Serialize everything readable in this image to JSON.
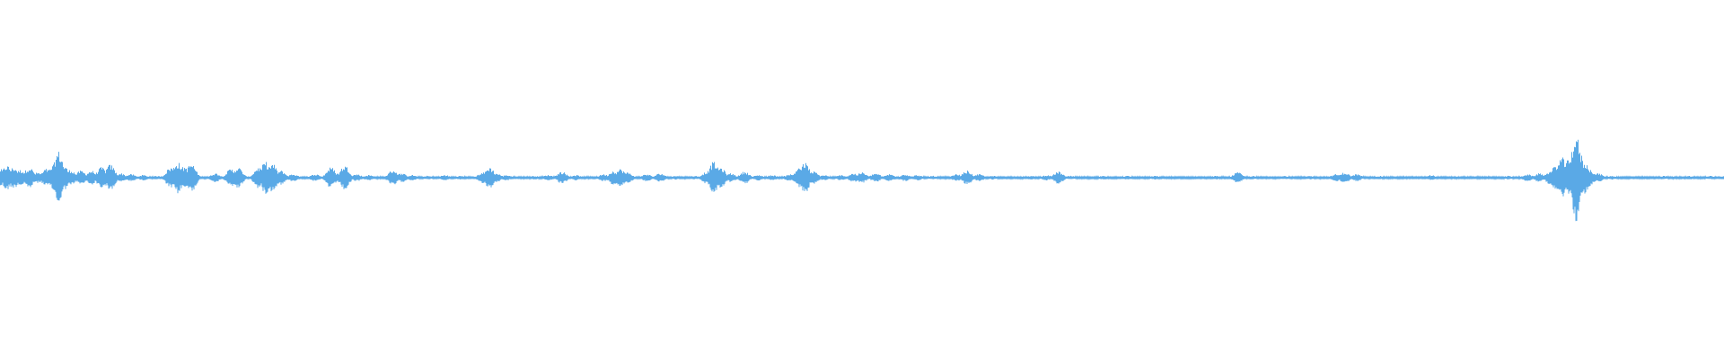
{
  "waveform": {
    "color": "#5aa9e6",
    "baseline_amplitude": 0.01,
    "bursts": [
      {
        "t": 0.0,
        "a": 0.1
      },
      {
        "t": 0.004,
        "a": 0.14
      },
      {
        "t": 0.008,
        "a": 0.12
      },
      {
        "t": 0.012,
        "a": 0.09
      },
      {
        "t": 0.017,
        "a": 0.12
      },
      {
        "t": 0.022,
        "a": 0.06
      },
      {
        "t": 0.027,
        "a": 0.1
      },
      {
        "t": 0.031,
        "a": 0.14
      },
      {
        "t": 0.034,
        "a": 0.3
      },
      {
        "t": 0.037,
        "a": 0.14
      },
      {
        "t": 0.041,
        "a": 0.09
      },
      {
        "t": 0.047,
        "a": 0.08
      },
      {
        "t": 0.053,
        "a": 0.08
      },
      {
        "t": 0.059,
        "a": 0.12
      },
      {
        "t": 0.064,
        "a": 0.15
      },
      {
        "t": 0.07,
        "a": 0.05
      },
      {
        "t": 0.076,
        "a": 0.04
      },
      {
        "t": 0.083,
        "a": 0.03
      },
      {
        "t": 0.091,
        "a": 0.02
      },
      {
        "t": 0.099,
        "a": 0.12
      },
      {
        "t": 0.103,
        "a": 0.18
      },
      {
        "t": 0.107,
        "a": 0.13
      },
      {
        "t": 0.111,
        "a": 0.16
      },
      {
        "t": 0.125,
        "a": 0.05
      },
      {
        "t": 0.134,
        "a": 0.1
      },
      {
        "t": 0.138,
        "a": 0.12
      },
      {
        "t": 0.15,
        "a": 0.12
      },
      {
        "t": 0.154,
        "a": 0.18
      },
      {
        "t": 0.158,
        "a": 0.16
      },
      {
        "t": 0.163,
        "a": 0.08
      },
      {
        "t": 0.17,
        "a": 0.04
      },
      {
        "t": 0.183,
        "a": 0.04
      },
      {
        "t": 0.192,
        "a": 0.12
      },
      {
        "t": 0.196,
        "a": 0.05
      },
      {
        "t": 0.2,
        "a": 0.14
      },
      {
        "t": 0.207,
        "a": 0.04
      },
      {
        "t": 0.214,
        "a": 0.03
      },
      {
        "t": 0.228,
        "a": 0.09
      },
      {
        "t": 0.233,
        "a": 0.05
      },
      {
        "t": 0.239,
        "a": 0.03
      },
      {
        "t": 0.248,
        "a": 0.02
      },
      {
        "t": 0.258,
        "a": 0.03
      },
      {
        "t": 0.267,
        "a": 0.02
      },
      {
        "t": 0.28,
        "a": 0.06
      },
      {
        "t": 0.284,
        "a": 0.12
      },
      {
        "t": 0.288,
        "a": 0.05
      },
      {
        "t": 0.294,
        "a": 0.03
      },
      {
        "t": 0.31,
        "a": 0.02
      },
      {
        "t": 0.318,
        "a": 0.03
      },
      {
        "t": 0.326,
        "a": 0.07
      },
      {
        "t": 0.334,
        "a": 0.03
      },
      {
        "t": 0.35,
        "a": 0.04
      },
      {
        "t": 0.356,
        "a": 0.08
      },
      {
        "t": 0.36,
        "a": 0.1
      },
      {
        "t": 0.364,
        "a": 0.06
      },
      {
        "t": 0.375,
        "a": 0.04
      },
      {
        "t": 0.383,
        "a": 0.05
      },
      {
        "t": 0.392,
        "a": 0.02
      },
      {
        "t": 0.403,
        "a": 0.02
      },
      {
        "t": 0.41,
        "a": 0.07
      },
      {
        "t": 0.414,
        "a": 0.18
      },
      {
        "t": 0.418,
        "a": 0.12
      },
      {
        "t": 0.424,
        "a": 0.05
      },
      {
        "t": 0.432,
        "a": 0.07
      },
      {
        "t": 0.44,
        "a": 0.03
      },
      {
        "t": 0.448,
        "a": 0.03
      },
      {
        "t": 0.458,
        "a": 0.04
      },
      {
        "t": 0.464,
        "a": 0.13
      },
      {
        "t": 0.467,
        "a": 0.17
      },
      {
        "t": 0.472,
        "a": 0.07
      },
      {
        "t": 0.478,
        "a": 0.03
      },
      {
        "t": 0.488,
        "a": 0.03
      },
      {
        "t": 0.495,
        "a": 0.05
      },
      {
        "t": 0.5,
        "a": 0.06
      },
      {
        "t": 0.508,
        "a": 0.05
      },
      {
        "t": 0.516,
        "a": 0.04
      },
      {
        "t": 0.525,
        "a": 0.04
      },
      {
        "t": 0.532,
        "a": 0.03
      },
      {
        "t": 0.541,
        "a": 0.02
      },
      {
        "t": 0.555,
        "a": 0.04
      },
      {
        "t": 0.561,
        "a": 0.08
      },
      {
        "t": 0.568,
        "a": 0.04
      },
      {
        "t": 0.576,
        "a": 0.02
      },
      {
        "t": 0.589,
        "a": 0.01
      },
      {
        "t": 0.598,
        "a": 0.02
      },
      {
        "t": 0.607,
        "a": 0.03
      },
      {
        "t": 0.614,
        "a": 0.07
      },
      {
        "t": 0.621,
        "a": 0.02
      },
      {
        "t": 0.64,
        "a": 0.02
      },
      {
        "t": 0.654,
        "a": 0.02
      },
      {
        "t": 0.67,
        "a": 0.02
      },
      {
        "t": 0.686,
        "a": 0.01
      },
      {
        "t": 0.705,
        "a": 0.02
      },
      {
        "t": 0.718,
        "a": 0.06
      },
      {
        "t": 0.726,
        "a": 0.02
      },
      {
        "t": 0.745,
        "a": 0.02
      },
      {
        "t": 0.76,
        "a": 0.02
      },
      {
        "t": 0.775,
        "a": 0.04
      },
      {
        "t": 0.78,
        "a": 0.06
      },
      {
        "t": 0.787,
        "a": 0.04
      },
      {
        "t": 0.8,
        "a": 0.02
      },
      {
        "t": 0.815,
        "a": 0.01
      },
      {
        "t": 0.83,
        "a": 0.03
      },
      {
        "t": 0.845,
        "a": 0.01
      },
      {
        "t": 0.86,
        "a": 0.01
      },
      {
        "t": 0.875,
        "a": 0.02
      },
      {
        "t": 0.886,
        "a": 0.04
      },
      {
        "t": 0.893,
        "a": 0.05
      },
      {
        "t": 0.899,
        "a": 0.07
      },
      {
        "t": 0.903,
        "a": 0.16
      },
      {
        "t": 0.906,
        "a": 0.23
      },
      {
        "t": 0.909,
        "a": 0.2
      },
      {
        "t": 0.912,
        "a": 0.22
      },
      {
        "t": 0.914,
        "a": 0.5
      },
      {
        "t": 0.916,
        "a": 0.3
      },
      {
        "t": 0.919,
        "a": 0.18
      },
      {
        "t": 0.922,
        "a": 0.1
      },
      {
        "t": 0.927,
        "a": 0.05
      },
      {
        "t": 0.935,
        "a": 0.02
      },
      {
        "t": 0.95,
        "a": 0.01
      },
      {
        "t": 0.965,
        "a": 0.02
      },
      {
        "t": 0.98,
        "a": 0.02
      },
      {
        "t": 0.992,
        "a": 0.02
      },
      {
        "t": 1.0,
        "a": 0.02
      }
    ]
  }
}
